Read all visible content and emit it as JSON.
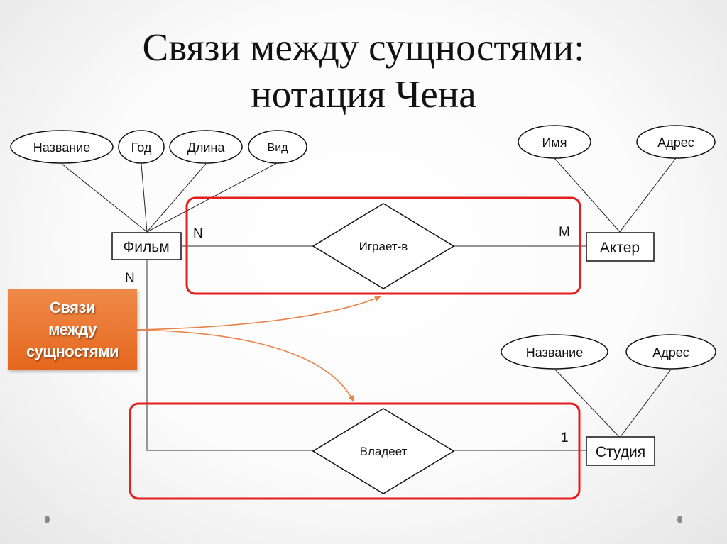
{
  "slide": {
    "title_line1": "Связи между сущностями:",
    "title_line2": "нотация Чена",
    "callout_label_lines": [
      "Связи",
      "между",
      "сущностями"
    ],
    "colors": {
      "highlight_frame": "#e41e1e",
      "callout_fill": "#ec7a34",
      "arrow": "#e8844a",
      "line": "#222222"
    }
  },
  "entities": {
    "film": "Фильм",
    "actor": "Актер",
    "studio": "Студия"
  },
  "attributes": {
    "film": [
      "Название",
      "Год",
      "Длина",
      "Вид"
    ],
    "actor": [
      "Имя",
      "Адрес"
    ],
    "studio": [
      "Название",
      "Адрес"
    ]
  },
  "relationships": {
    "plays_in": {
      "label": "Играет-в",
      "card_left": "N",
      "card_right": "M"
    },
    "owns": {
      "label": "Владеет",
      "card_film": "N",
      "card_studio": "1"
    }
  }
}
